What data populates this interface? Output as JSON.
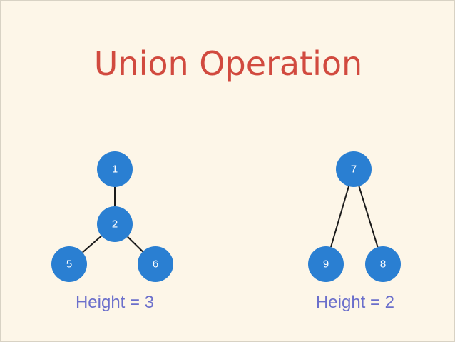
{
  "slide": {
    "title": "Union Operation",
    "background_color": "#fdf6e8",
    "title_color": "#d14a3f",
    "caption_color": "#6b6fcb",
    "node_color": "#2a7fd2",
    "edge_color": "#1a1a1a"
  },
  "trees": {
    "left": {
      "caption": "Height = 3",
      "nodes": [
        {
          "id": "1",
          "label": "1"
        },
        {
          "id": "2",
          "label": "2"
        },
        {
          "id": "5",
          "label": "5"
        },
        {
          "id": "6",
          "label": "6"
        }
      ],
      "edges": [
        [
          "1",
          "2"
        ],
        [
          "2",
          "5"
        ],
        [
          "2",
          "6"
        ]
      ]
    },
    "right": {
      "caption": "Height = 2",
      "nodes": [
        {
          "id": "7",
          "label": "7"
        },
        {
          "id": "9",
          "label": "9"
        },
        {
          "id": "8",
          "label": "8"
        }
      ],
      "edges": [
        [
          "7",
          "9"
        ],
        [
          "7",
          "8"
        ]
      ]
    }
  }
}
